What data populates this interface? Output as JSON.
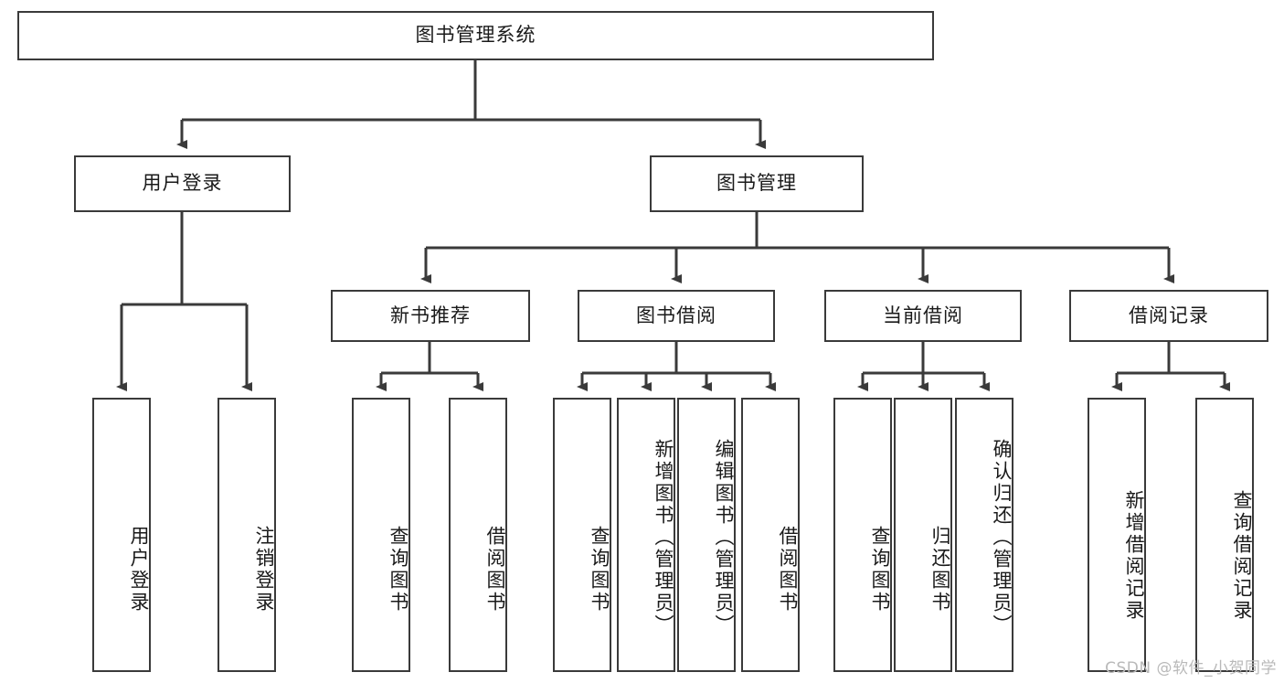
{
  "diagram": {
    "title": "图书管理系统",
    "root": {
      "label": "图书管理系统"
    },
    "level2": [
      {
        "label": "用户登录"
      },
      {
        "label": "图书管理"
      }
    ],
    "level3": [
      {
        "label": "新书推荐"
      },
      {
        "label": "图书借阅"
      },
      {
        "label": "当前借阅"
      },
      {
        "label": "借阅记录"
      }
    ],
    "leaves": {
      "user_login": [
        {
          "label": "用户登录"
        },
        {
          "label": "注销登录"
        }
      ],
      "new_book": [
        {
          "label": "查询图书"
        },
        {
          "label": "借阅图书"
        }
      ],
      "book_borrow": [
        {
          "label": "查询图书"
        },
        {
          "label": "新增图书（管理员）"
        },
        {
          "label": "编辑图书（管理员）"
        },
        {
          "label": "借阅图书"
        }
      ],
      "current_borrow": [
        {
          "label": "查询图书"
        },
        {
          "label": "归还图书"
        },
        {
          "label": "确认归还（管理员）"
        }
      ],
      "borrow_record": [
        {
          "label": "新增借阅记录"
        },
        {
          "label": "查询借阅记录"
        }
      ]
    }
  },
  "watermark": {
    "text": "CSDN @软件_小贺同学"
  },
  "colors": {
    "border": "#3a3a3a",
    "background": "#ffffff",
    "text": "#1a1a1a",
    "watermark": "#b9b9b9"
  }
}
